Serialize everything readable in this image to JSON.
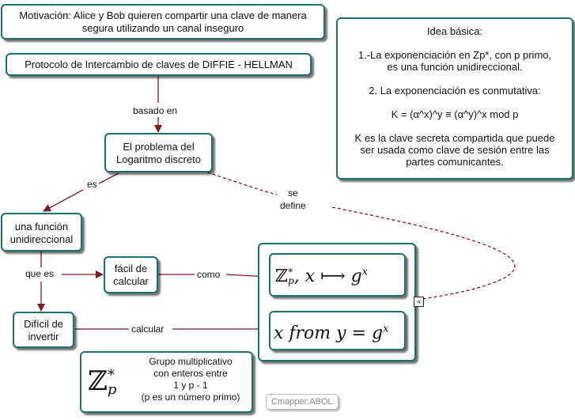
{
  "motivation": {
    "line1": "Motivación: Alice y Bob quieren compartir una clave de manera",
    "line2": "segura utilizando un canal inseguro"
  },
  "idea": {
    "title": "Idea básica:",
    "p1_line1": "1.-La exponenciación en Zp*,  con p primo,",
    "p1_line2": "es una función unidireccional.",
    "p2": "2. La exponenciación es conmutativa:",
    "formula": "K = (α^x)^y ≡ (α^y)^x mod p",
    "p3_line1": "K  es la clave secreta compartida que puede",
    "p3_line2": "ser usada como clave de sesión entre las",
    "p3_line3": "partes comunicantes."
  },
  "protocol": {
    "label": "Protocolo de Intercambio de claves de DIFFIE - HELLMAN"
  },
  "links": {
    "basado_en": "basado en",
    "es": "es",
    "se_define_1": "se",
    "se_define_2": "define",
    "que_es": "que es",
    "como": "como",
    "calcular": "calcular"
  },
  "logarithm": {
    "line1": "El problema del",
    "line2": "Logaritmo discreto"
  },
  "oneway": {
    "line1": "una función",
    "line2": "unidireccional"
  },
  "easy": {
    "line1": "fácil de",
    "line2": "calcular"
  },
  "hard": {
    "line1": "Difícil de",
    "line2": "invertir"
  },
  "math": {
    "set_letter": "ℤ",
    "set_sup": "*",
    "set_sub": "p",
    "map_rest": ", x ⟼ g",
    "map_exp": "x",
    "inv_text": "x from y = g",
    "inv_exp": "x"
  },
  "group": {
    "symbol_letter": "ℤ",
    "symbol_sup": "*",
    "symbol_sub": "p",
    "line1": "Grupo multiplicativo",
    "line2": "con enteros entre",
    "line3": "1 y p - 1",
    "line4": "(p es un número primo)"
  },
  "watermark": "Cmapper:ABOL",
  "collapse_glyph": "«",
  "colors": {
    "border": "#1f6f6a",
    "arrow": "#7a1a2a"
  }
}
